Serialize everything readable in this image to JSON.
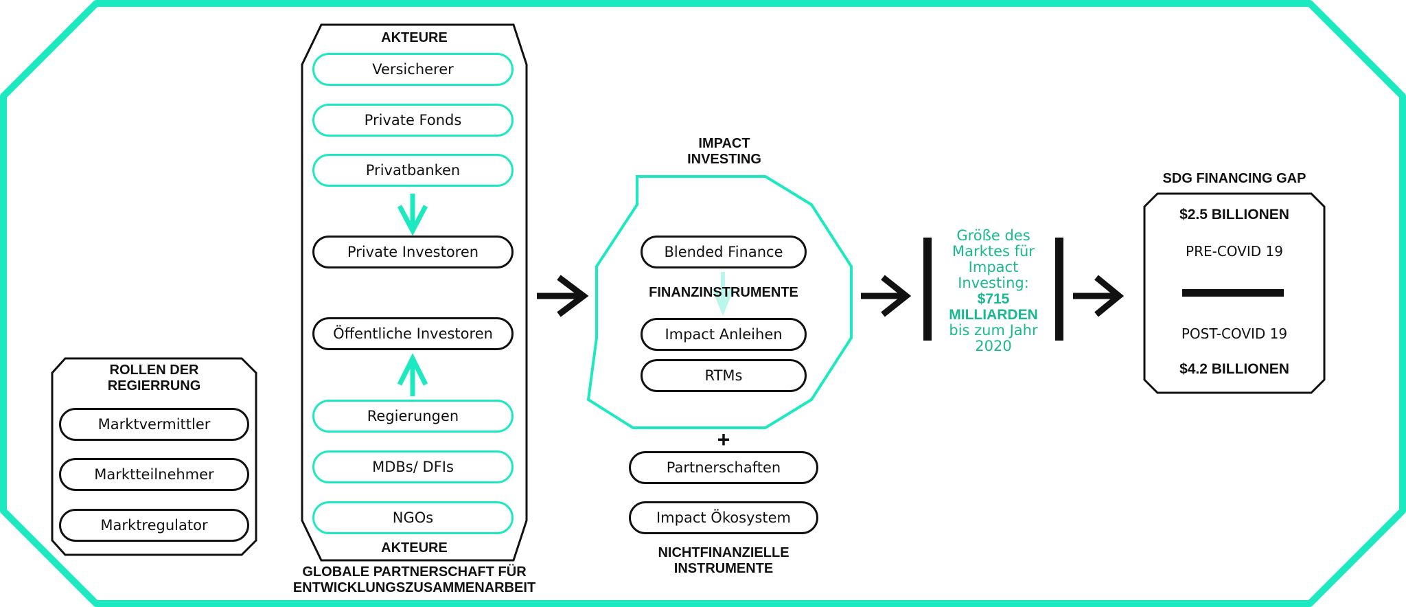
{
  "roles": {
    "title": "ROLLEN DER\nREGIERRUNG",
    "items": [
      "Marktvermittler",
      "Marktteilnehmer",
      "Marktregulator"
    ]
  },
  "actors": {
    "top_label": "AKTEURE",
    "bottom_label": "AKTEURE",
    "private_sources": [
      "Versicherer",
      "Private Fonds",
      "Privatbanken"
    ],
    "private_investors": "Private Investoren",
    "public_investors": "Öffentliche Investoren",
    "public_sources": [
      "Regierungen",
      "MDBs/ DFIs",
      "NGOs"
    ],
    "caption": "GLOBALE PARTNERSCHAFT FÜR\nENTWICKLUNGSZUSAMMENARBEIT"
  },
  "impact": {
    "title": "IMPACT\nINVESTING",
    "instrument_top": "Blended Finance",
    "instruments_label": "FINANZINSTRUMENTE",
    "instruments": [
      "Impact Anleihen",
      "RTMs"
    ],
    "plus": "+",
    "nonfinancial": [
      "Partnerschaften",
      "Impact Ökosystem"
    ],
    "nonfinancial_label": "NICHTFINANZIELLE\nINSTRUMENTE"
  },
  "market": {
    "line1": "Größe des",
    "line2": "Marktes für",
    "line3": "Impact",
    "line4": "Investing:",
    "value": "$715",
    "value_unit": "MILLIARDEN",
    "line5": "bis zum Jahr",
    "year": "2020"
  },
  "gap": {
    "title": "SDG FINANCING GAP",
    "pre_value": "$2.5 BILLIONEN",
    "pre_label": "PRE-COVID 19",
    "post_label": "POST-COVID 19",
    "post_value": "$4.2 BILLIONEN"
  },
  "colors": {
    "teal": "#1de9c0",
    "teal_text": "#19b98f",
    "ink": "#111111"
  },
  "icons": [
    "arrow-down-icon",
    "arrow-up-icon",
    "chevron-right-icon",
    "plus-icon"
  ]
}
